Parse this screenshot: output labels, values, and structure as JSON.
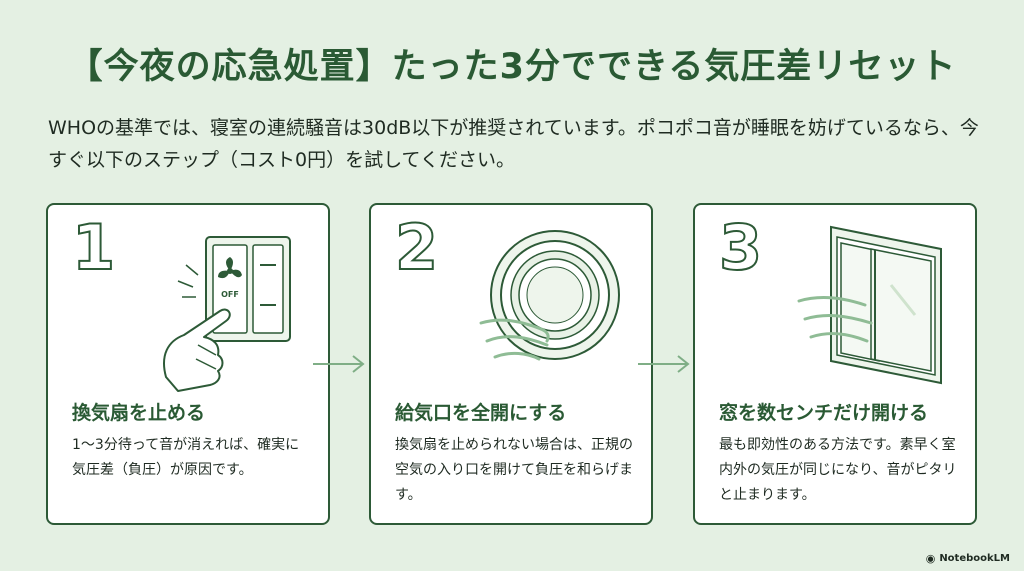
{
  "title": "【今夜の応急処置】たった3分でできる気圧差リセット",
  "intro": "WHOの基準では、寝室の連続騒音は30dB以下が推奨されています。ポコポコ音が睡眠を妨げているなら、今すぐ以下のステップ（コスト0円）を試してください。",
  "steps": [
    {
      "number": "1",
      "title": "換気扇を止める",
      "body": "1〜3分待って音が消えれば、確実に気圧差（負圧）が原因です。",
      "icon": "fan-switch-icon",
      "switch_label": "OFF"
    },
    {
      "number": "2",
      "title": "給気口を全開にする",
      "body": "換気扇を止められない場合は、正規の空気の入り口を開けて負圧を和らげます。",
      "icon": "air-vent-icon"
    },
    {
      "number": "3",
      "title": "窓を数センチだけ開ける",
      "body": "最も即効性のある方法です。素早く室内外の気圧が同じになり、音がピタリと止まります。",
      "icon": "window-icon"
    }
  ],
  "logo": "NotebookLM",
  "colors": {
    "accent": "#2d5a37",
    "background": "#e4f0e3",
    "card": "#ffffff",
    "arrow": "#7fae86"
  }
}
